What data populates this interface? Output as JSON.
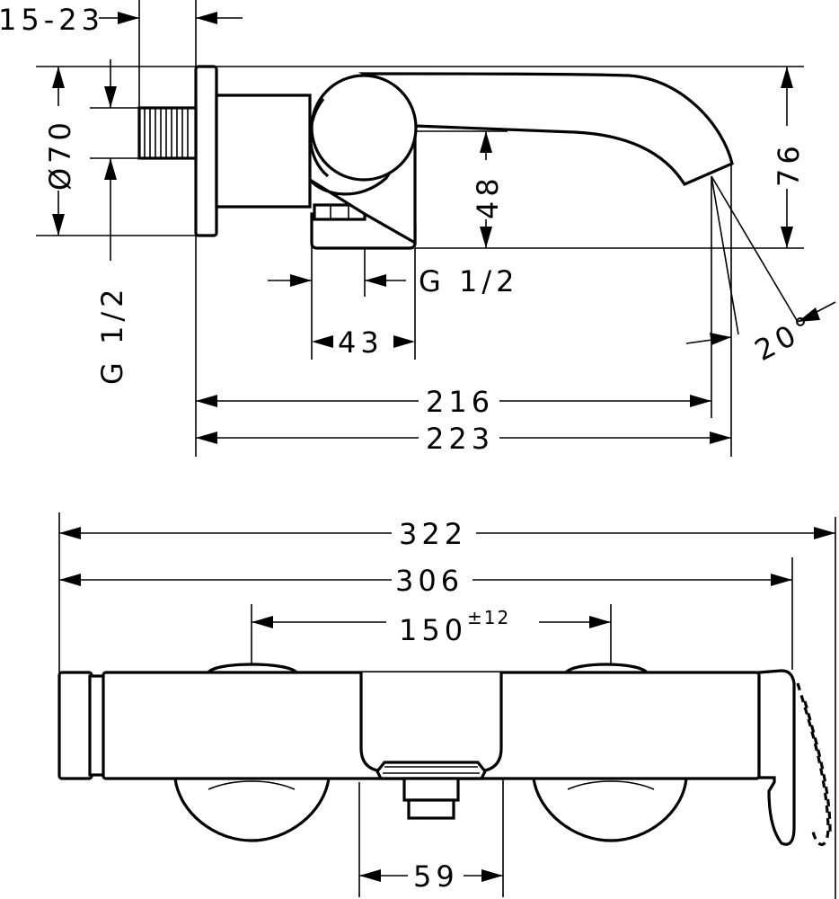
{
  "side_view": {
    "dim_wall_gap": "15-23",
    "dim_diameter": "Ø70",
    "dim_thread_vertical": "G 1/2",
    "dim_height_48": "48",
    "dim_height_76": "76",
    "dim_thread_outlet": "G 1/2",
    "dim_outlet_width": "43",
    "dim_angle": "20°",
    "dim_projection_216": "216",
    "dim_projection_223": "223"
  },
  "front_view": {
    "dim_total_width": "322",
    "dim_body_width": "306",
    "dim_centres": "150",
    "dim_centres_tolerance": "±12",
    "dim_outlet_width": "59"
  }
}
